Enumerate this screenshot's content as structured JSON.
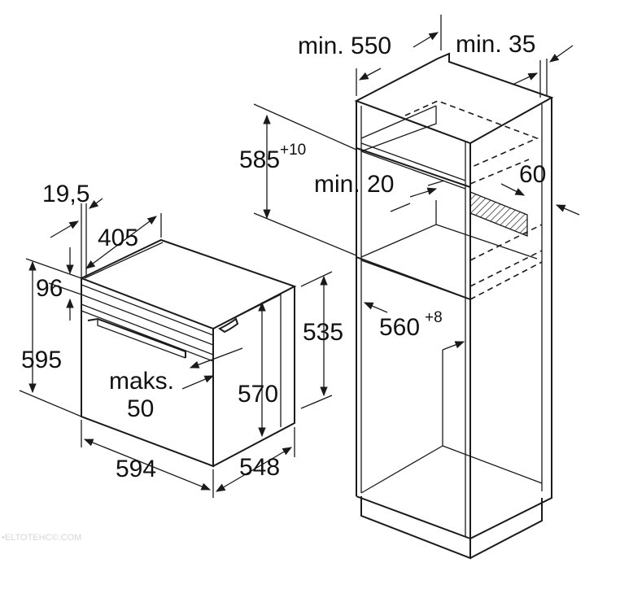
{
  "dimensions": {
    "d_19_5": "19,5",
    "d_405": "405",
    "d_96": "96",
    "d_595": "595",
    "d_535": "535",
    "d_570": "570",
    "d_maks": "maks.",
    "d_50": "50",
    "d_594": "594",
    "d_548": "548",
    "d_min550": "min. 550",
    "d_min35": "min. 35",
    "d_585": "585",
    "d_585_tol": "+10",
    "d_min20": "min. 20",
    "d_60": "60",
    "d_560": "560",
    "d_560_tol": "+8"
  },
  "watermark": "•ELTOTEHC©.COM",
  "colors": {
    "line": "#1a1a1a",
    "text": "#111111",
    "hatch": "#1a1a1a",
    "background": "#ffffff"
  }
}
